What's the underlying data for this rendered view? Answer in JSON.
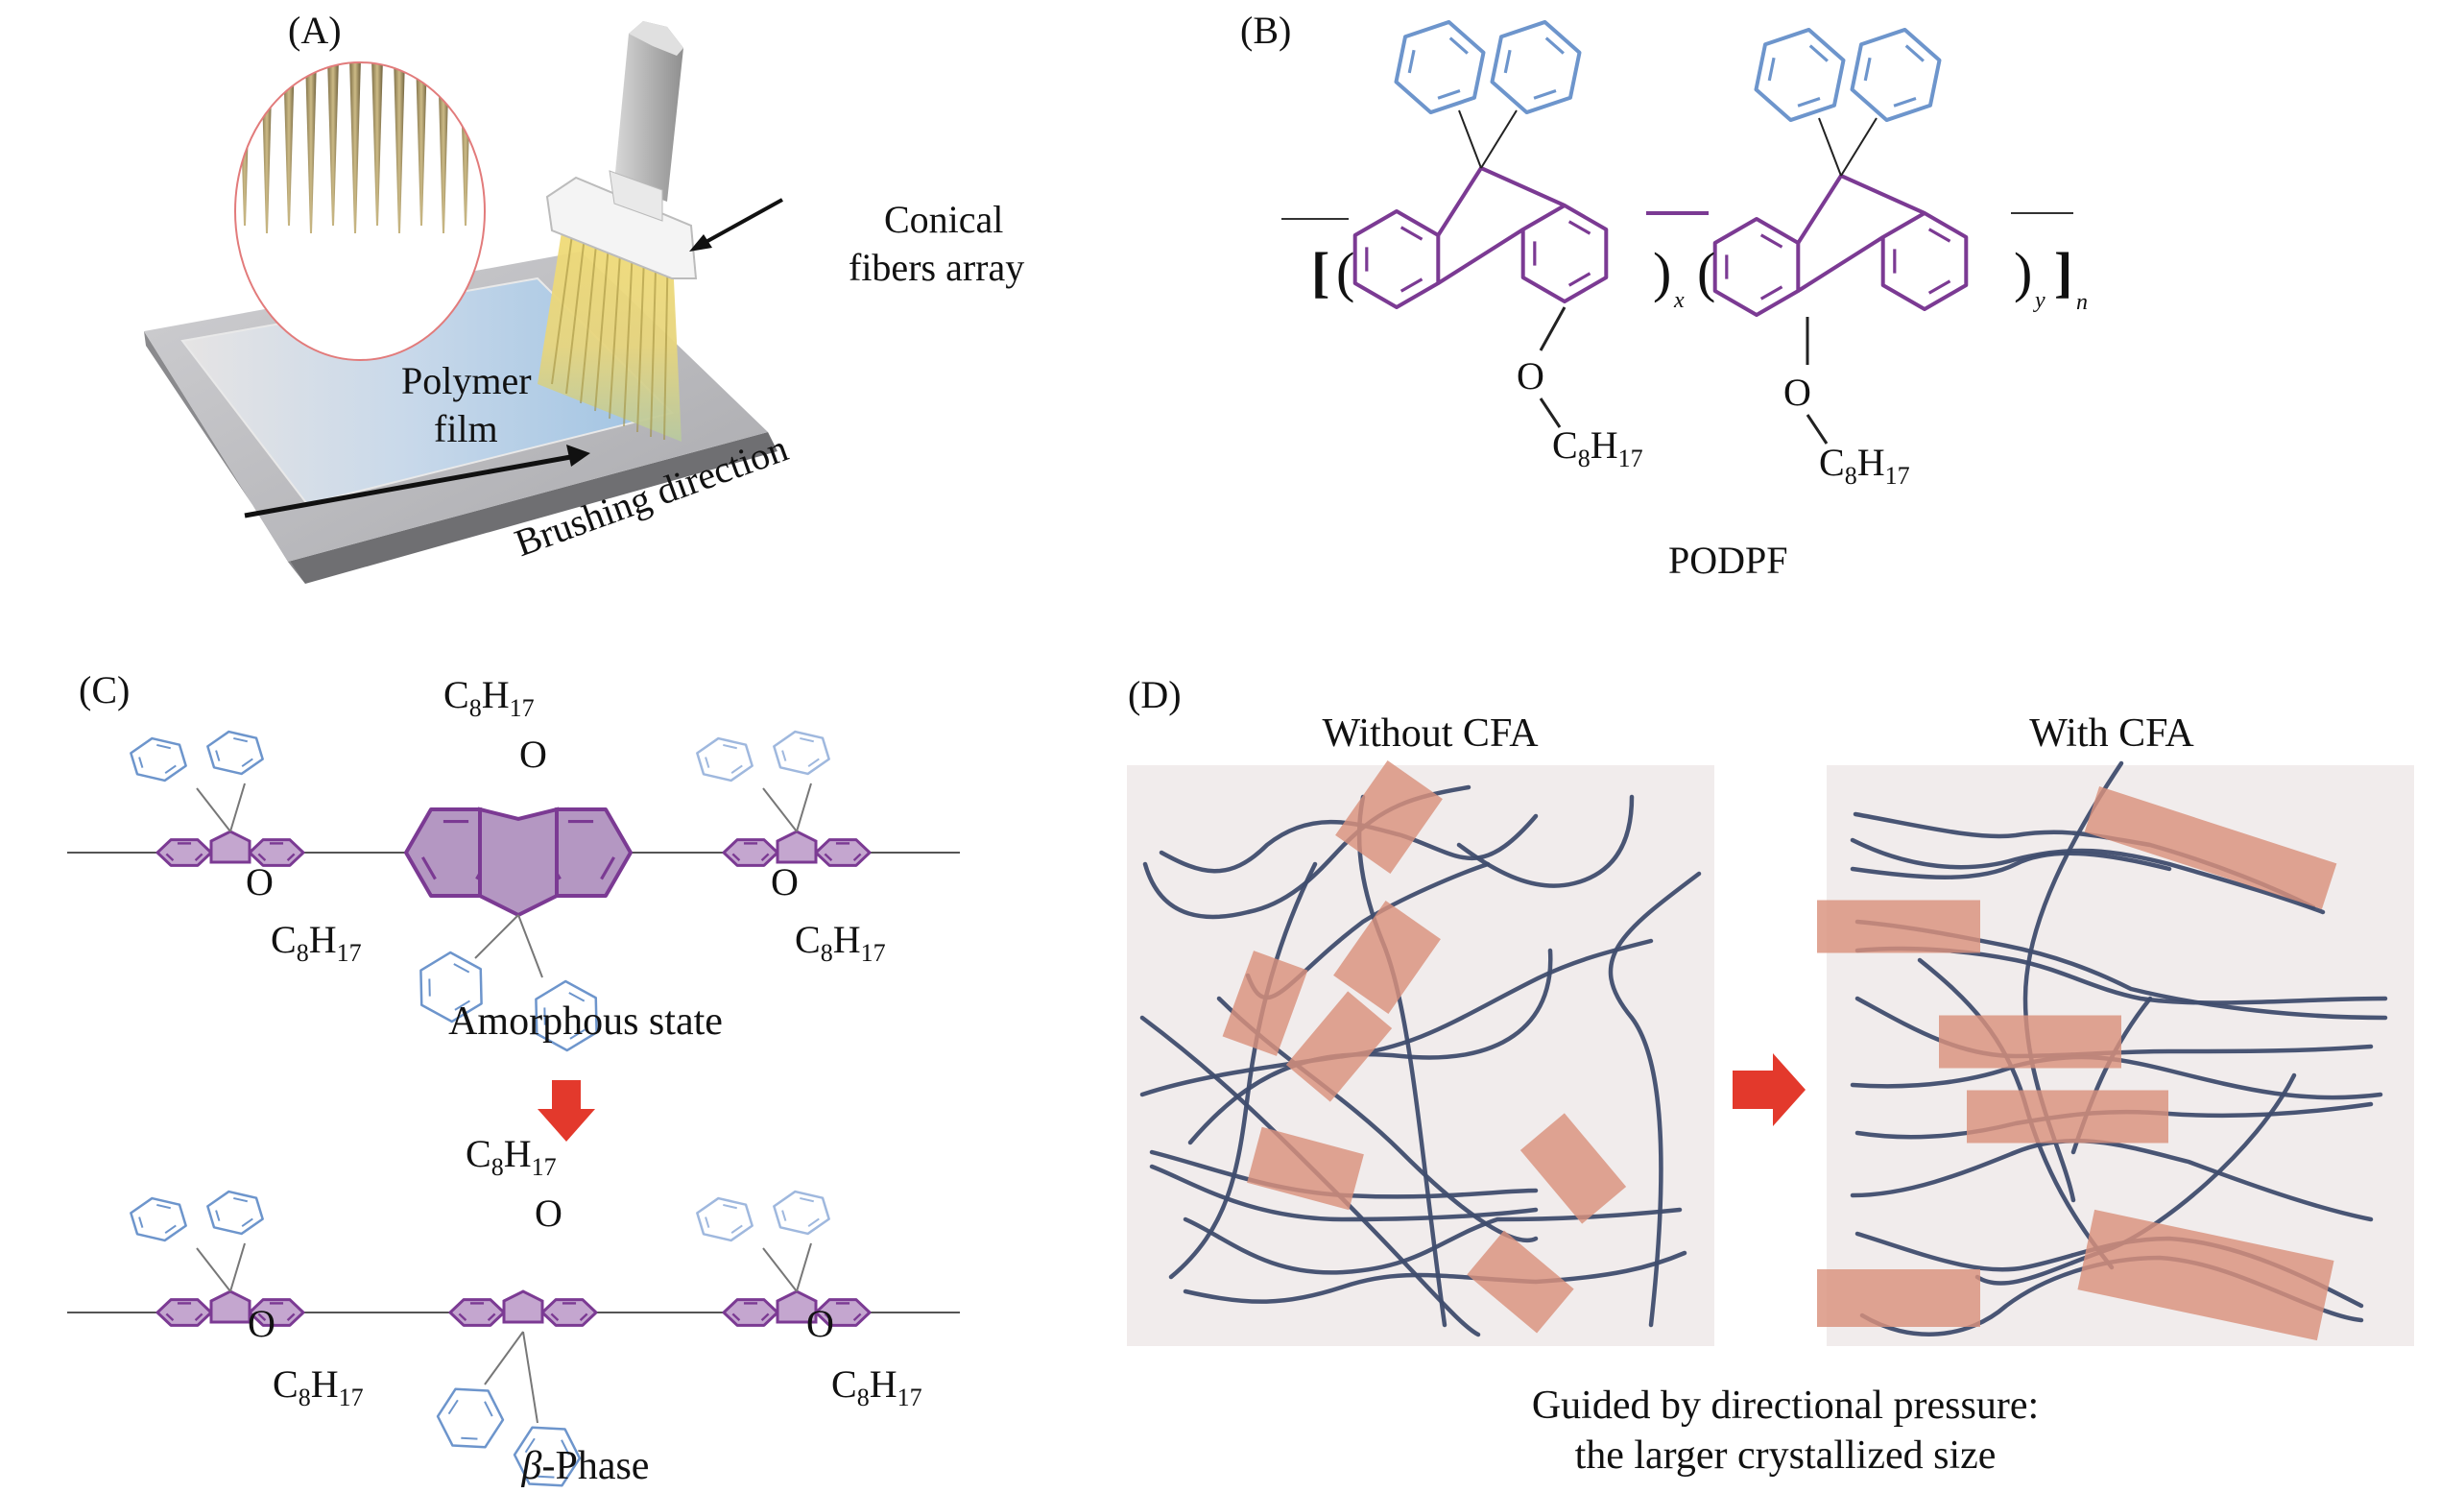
{
  "figure": {
    "panels": {
      "A": {
        "label": "(A)",
        "callout_fibers": [
          "Conical",
          "fibers array"
        ],
        "callout_film": [
          "Polymer",
          "film"
        ],
        "callout_direction": "Brushing direction",
        "icons": [
          "brush-icon",
          "magnified-fibers-inset",
          "substrate-plate",
          "arrow-icon"
        ]
      },
      "B": {
        "label": "(B)",
        "compound_name": "PODPF",
        "substituent": {
          "O": "O",
          "C": "C",
          "c_sub": "8",
          "H": "H",
          "h_sub": "17"
        },
        "repeat_subscripts": {
          "x": "x",
          "y": "y",
          "n": "n"
        }
      },
      "C": {
        "label": "(C)",
        "state_top": "Amorphous state",
        "state_bottom_prefix": "β",
        "state_bottom_suffix": "-Phase",
        "substituent": {
          "O": "O",
          "C": "C",
          "c_sub": "8",
          "H": "H",
          "h_sub": "17"
        }
      },
      "D": {
        "label": "(D)",
        "left_title": "Without CFA",
        "right_title": "With CFA",
        "caption_line1": "Guided by directional pressure:",
        "caption_line2": "the larger crystallized size"
      }
    },
    "colors": {
      "backbone_purple": "#7b3a93",
      "backbone_fill": "#c4a6cf",
      "phenyl_blue": "#6d95cc",
      "chain_navy": "#3f4d6e",
      "crystal_salmon": "#d9917c",
      "panel_bg": "#f1ecec",
      "arrow_red": "#e3392c"
    }
  }
}
